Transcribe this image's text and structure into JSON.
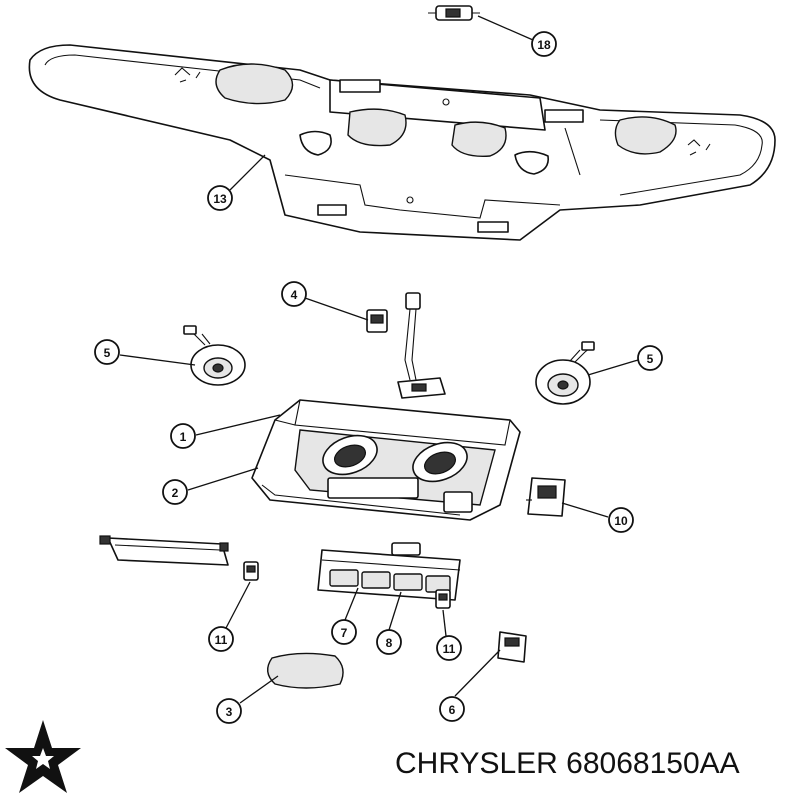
{
  "diagram": {
    "caption": "CHRYSLER 68068150AA",
    "callouts": [
      "1",
      "2",
      "3",
      "4",
      "5",
      "5",
      "6",
      "7",
      "8",
      "10",
      "11",
      "11",
      "13",
      "18"
    ]
  },
  "colors": {
    "line": "#111111",
    "background": "#ffffff"
  },
  "icons": {
    "logo": "pentastar-logo"
  }
}
